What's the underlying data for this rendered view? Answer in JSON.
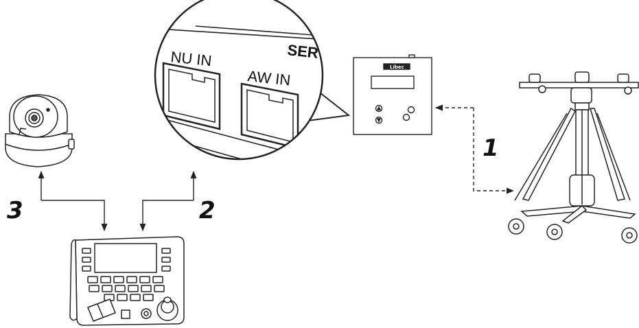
{
  "zoom_panel": {
    "port_labels": [
      "NU IN",
      "AW IN",
      "SER"
    ]
  },
  "control_box": {
    "logo": "Libec"
  },
  "steps": {
    "one": "1",
    "two": "2",
    "three": "3"
  }
}
